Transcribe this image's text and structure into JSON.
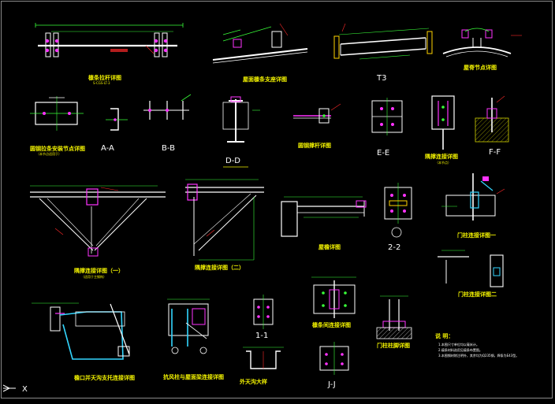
{
  "colors": {
    "background": "#000000",
    "steel": "#ffffff",
    "dimension": "#39ff39",
    "accent": "#ff33ff",
    "leader": "#ff2a2a",
    "text": "#f2f200",
    "plate": "#33d6ff",
    "bolt": "#ff8800"
  },
  "titles": {
    "purlin_pull_rod": "檩条拉杆详图",
    "purlin_pull_rod_sub": "S-CGS-LT-3",
    "roof_purlin_install": "屋面檩条支座详图",
    "t3": "T3",
    "ridge_node": "屋脊节点详图",
    "tie_rod_node": "圆钢拉条安装节点详图",
    "tie_rod_node_sub": "（本节点适用于）",
    "aa": "A-A",
    "bb": "B-B",
    "dd": "D-D",
    "brace_rod": "圆钢撑杆详图",
    "ee": "E-E",
    "column_brace": "隅撑连接详图",
    "column_brace_sub": "（本节点）",
    "ff": "F-F",
    "bracing_one": "隅撑连接详图（一）",
    "bracing_one_sub": "（适用于主钢构）",
    "bracing_two": "隅撑连接详图（二）",
    "eave_detail": "屋檐详图",
    "two_two": "2-2",
    "door_column_one": "门柱连接详图一",
    "door_column_two": "门柱连接详图二",
    "canopy_support": "檐口并天沟支托连接详图",
    "wind_column_roof": "抗风柱与屋面梁连接详图",
    "one_one": "1-1",
    "gutter_section": "外天沟大样",
    "purlin_connection": "檩条间连接详图",
    "door_column_base": "门柱柱脚详图",
    "jj": "J-J"
  },
  "notes": {
    "heading": "说 明：",
    "lines": [
      "1.本图尺寸单位均以毫米计。",
      "2.檩条材料选用见檩条布置图。",
      "3.本图钢材除注明外，其余均为Q235钢，焊条为E43型。"
    ]
  },
  "cad": {
    "ucs_label": "X"
  }
}
